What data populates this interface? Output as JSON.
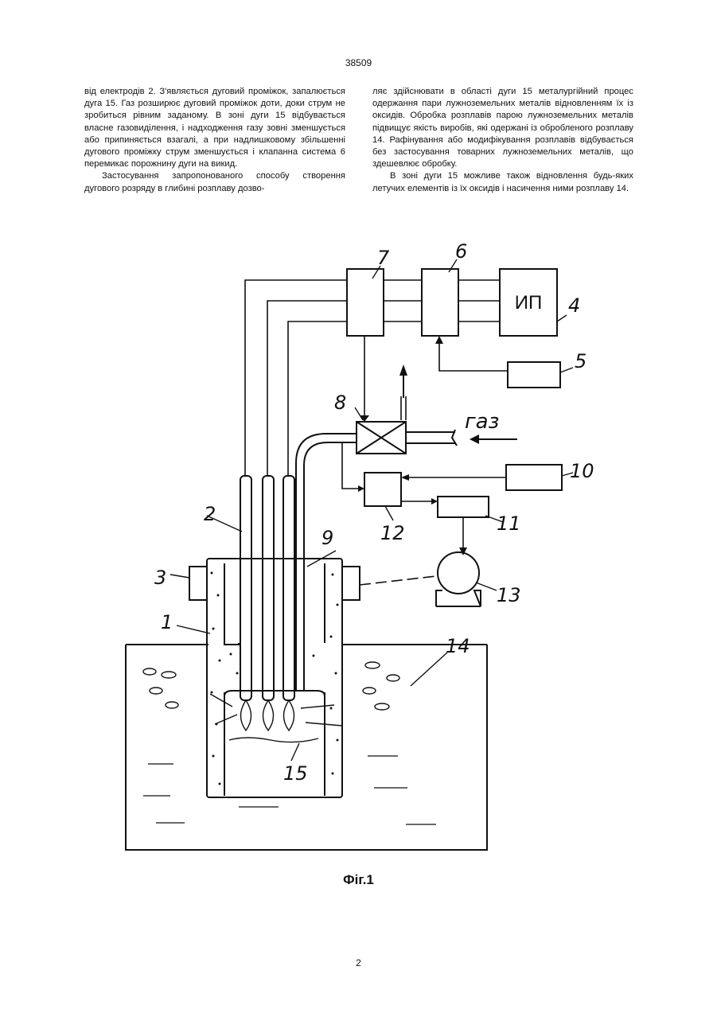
{
  "header": {
    "page_number": "38509"
  },
  "left_column": {
    "paragraphs": [
      "від електродів 2. З'являється дуговий проміжок, запалюється дуга 15. Газ розширює дуговий проміжок доти, доки струм не зробиться рівним заданому. В зоні дуги 15 відбувається власне газовиділення, і надходження газу зовні зменшується або припиняється взагалі, а при надлишковому збільшенні дугового проміжку струм зменшується і клапанна система 6 перемикає порожнину дуги на викид.",
      "Застосування запропонованого способу створення дугового розряду в глибині розплаву дозво-"
    ]
  },
  "right_column": {
    "paragraphs": [
      "ляє здійснювати в області дуги 15 металургійний процес одержання пари лужноземельних металів відновленням їх із оксидів. Обробка розплавів парою лужноземельних металів підвищує якість виробів, які одержані із обробленого розплаву 14. Рафінування або модифікування розплавів відбувається без застосування товарних лужноземельних металів, що здешевлює обробку.",
      "В зоні дуги 15 можливе також відновлення будь-яких летучих елементів із їх оксидів і насичення ними розплаву 14."
    ]
  },
  "figure": {
    "labels": {
      "l1": "1",
      "l2": "2",
      "l3": "3",
      "l4": "4",
      "l5": "5",
      "l6": "6",
      "l7": "7",
      "l8": "8",
      "l9": "9",
      "l10": "10",
      "l11": "11",
      "l12": "12",
      "l13": "13",
      "l14": "14",
      "l15": "15"
    },
    "power_supply_text": "ИП",
    "gas_text": "газ",
    "caption": "Фіг.1"
  },
  "footer": {
    "page_number": "2"
  }
}
